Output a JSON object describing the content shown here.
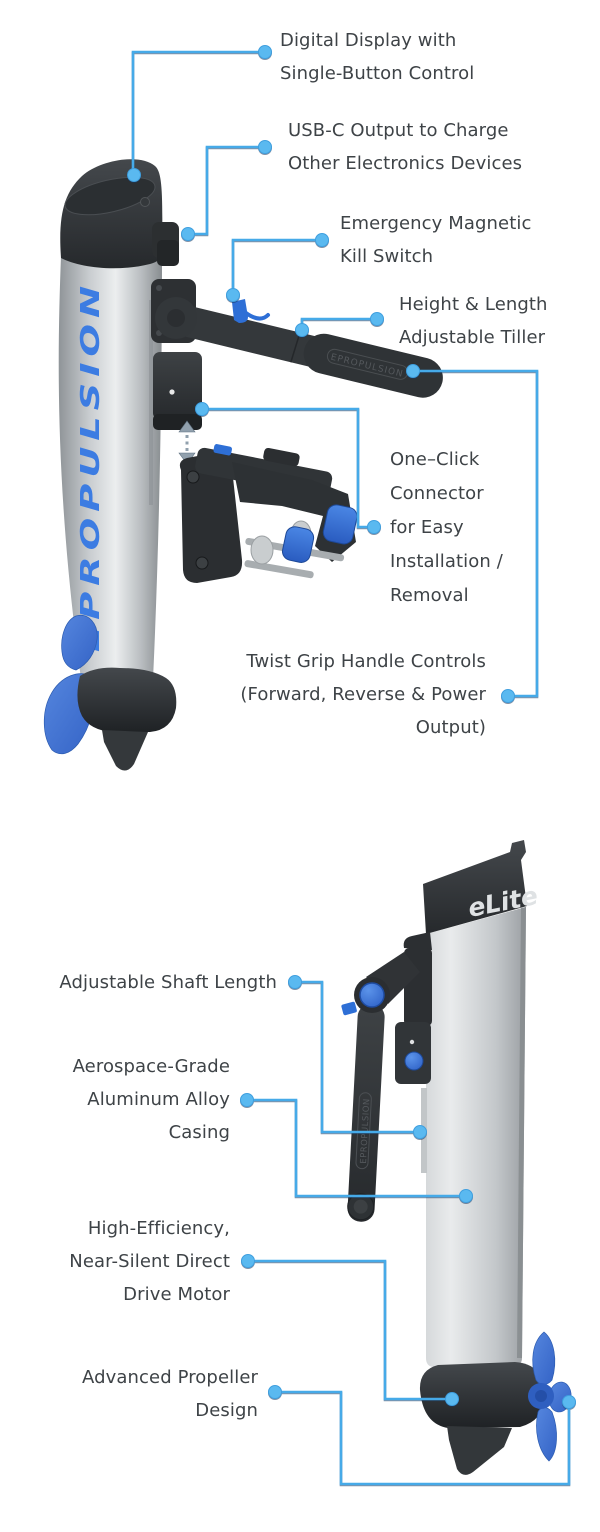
{
  "colors": {
    "callout_line": "#46aae8",
    "callout_dot": "#5ab9f0",
    "label_text": "#3e4347",
    "accent_blue": "#2e6fd6",
    "body_silver": "#c6cacd",
    "dark_housing": "#2e3134"
  },
  "top_unit": {
    "shaft_branding": "EPROPULSION",
    "tiller_engraving": "EPROPULSION",
    "callouts": [
      {
        "id": "digital-display",
        "lines": [
          "Digital Display with",
          "Single-Button Control"
        ]
      },
      {
        "id": "usb-output",
        "lines": [
          "USB-C Output to Charge",
          "Other Electronics Devices"
        ]
      },
      {
        "id": "kill-switch",
        "lines": [
          "Emergency Magnetic",
          "Kill Switch"
        ]
      },
      {
        "id": "adjustable-tiller",
        "lines": [
          "Height & Length",
          "Adjustable Tiller"
        ]
      },
      {
        "id": "one-click-connector",
        "lines": [
          "One–Click",
          "Connector",
          "for Easy",
          "Installation /",
          "Removal"
        ]
      },
      {
        "id": "twist-grip",
        "lines": [
          "Twist Grip Handle Controls",
          "(Forward, Reverse & Power",
          "Output)"
        ]
      }
    ]
  },
  "bottom_unit": {
    "cap_logo": "eLite",
    "tiller_engraving": "EPROPULSION",
    "callouts": [
      {
        "id": "shaft-length",
        "lines": [
          "Adjustable Shaft Length"
        ]
      },
      {
        "id": "aluminum-casing",
        "lines": [
          "Aerospace-Grade",
          "Aluminum Alloy",
          "Casing"
        ]
      },
      {
        "id": "drive-motor",
        "lines": [
          "High-Efficiency,",
          "Near-Silent Direct",
          "Drive Motor"
        ]
      },
      {
        "id": "propeller-design",
        "lines": [
          "Advanced Propeller",
          "Design"
        ]
      }
    ]
  }
}
